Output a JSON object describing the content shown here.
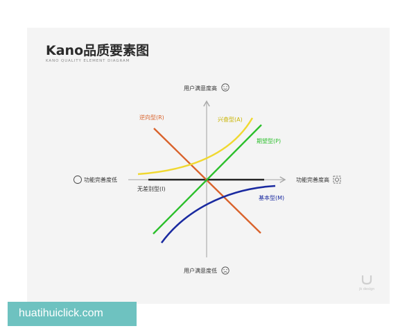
{
  "title": "Kano品质要素图",
  "subtitle": "KANO QUALITY ELEMENT DIAGRAM",
  "axes": {
    "top": "用户满意度高",
    "bottom": "用户满意度低",
    "left": "功能完善度低",
    "right": "功能完善度高"
  },
  "curves": {
    "reverse": {
      "label": "逆向型(R)",
      "color": "#d9622b"
    },
    "attractive": {
      "label": "兴奋型(A)",
      "color": "#c9b400"
    },
    "performance": {
      "label": "期望型(P)",
      "color": "#2bbf2b"
    },
    "indifferent": {
      "label": "无差别型(I)",
      "color": "#222222"
    },
    "must_be": {
      "label": "基本型(M)",
      "color": "#1a2aa0"
    }
  },
  "watermark": {
    "text": "jk design"
  },
  "footer": {
    "url": "huatihuiclick.com"
  }
}
